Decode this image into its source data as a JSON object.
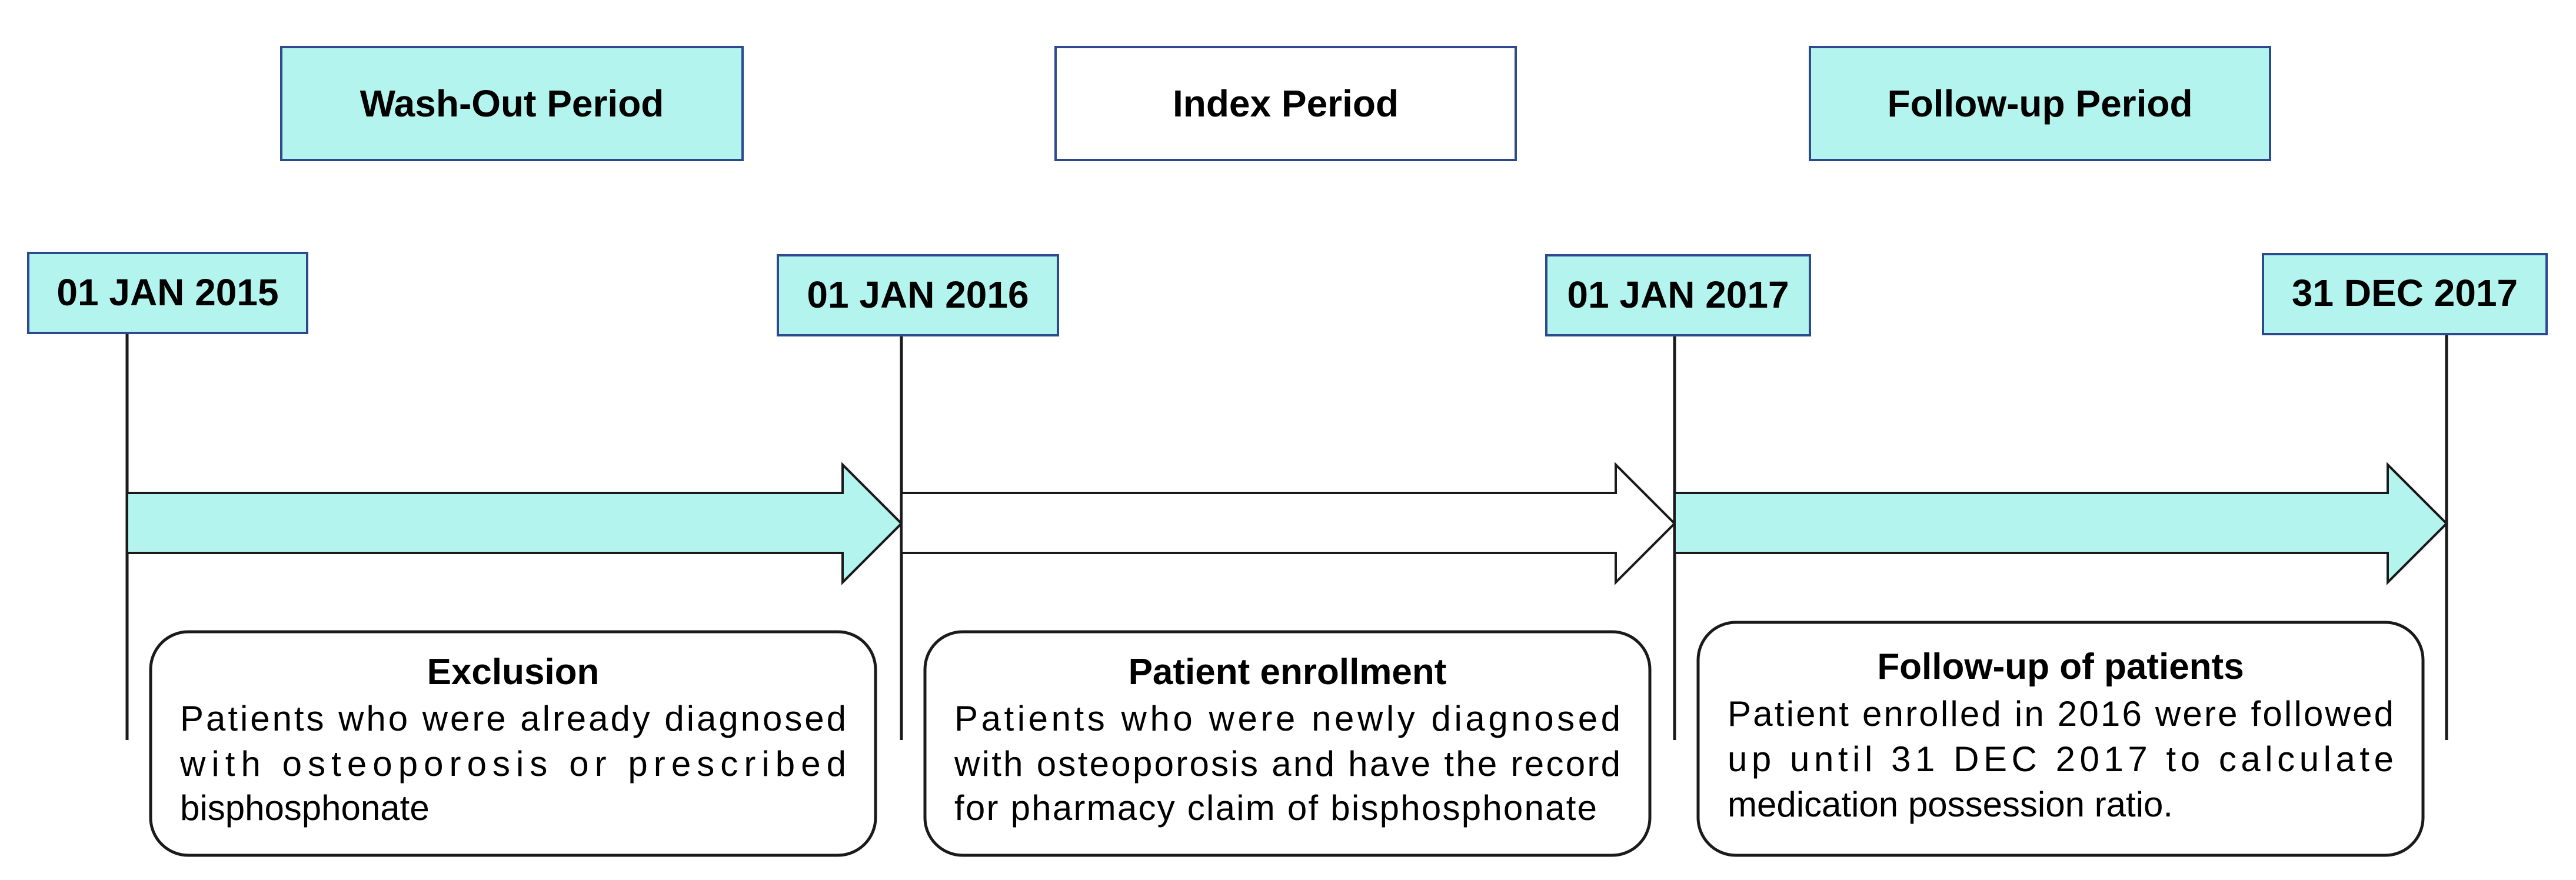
{
  "colors": {
    "accent_fill": "#b3f5ee",
    "box_border": "#2e4a8f",
    "line": "#1a1a1a",
    "plain_fill": "#ffffff"
  },
  "periods": [
    {
      "label": "Wash-Out Period",
      "highlighted": true
    },
    {
      "label": "Index Period",
      "highlighted": false
    },
    {
      "label": "Follow-up Period",
      "highlighted": true
    }
  ],
  "dates": [
    "01 JAN 2015",
    "01 JAN 2016",
    "01 JAN 2017",
    "31 DEC 2017"
  ],
  "arrows": [
    {
      "from": "01 JAN 2015",
      "to": "01 JAN 2016",
      "highlighted": true
    },
    {
      "from": "01 JAN 2016",
      "to": "01 JAN 2017",
      "highlighted": false
    },
    {
      "from": "01 JAN 2017",
      "to": "31 DEC 2017",
      "highlighted": true
    }
  ],
  "boxes": [
    {
      "title": "Exclusion",
      "lines": [
        "Patients who were already diagnosed",
        "with osteoporosis or prescribed",
        "bisphosphonate"
      ]
    },
    {
      "title": "Patient enrollment",
      "lines": [
        "Patients who were newly diagnosed",
        "with osteoporosis and have the record",
        "for pharmacy claim of bisphosphonate"
      ]
    },
    {
      "title": "Follow-up of patients",
      "lines": [
        "Patient enrolled in 2016 were followed",
        "up until 31 DEC 2017 to calculate",
        "medication possession ratio."
      ]
    }
  ]
}
